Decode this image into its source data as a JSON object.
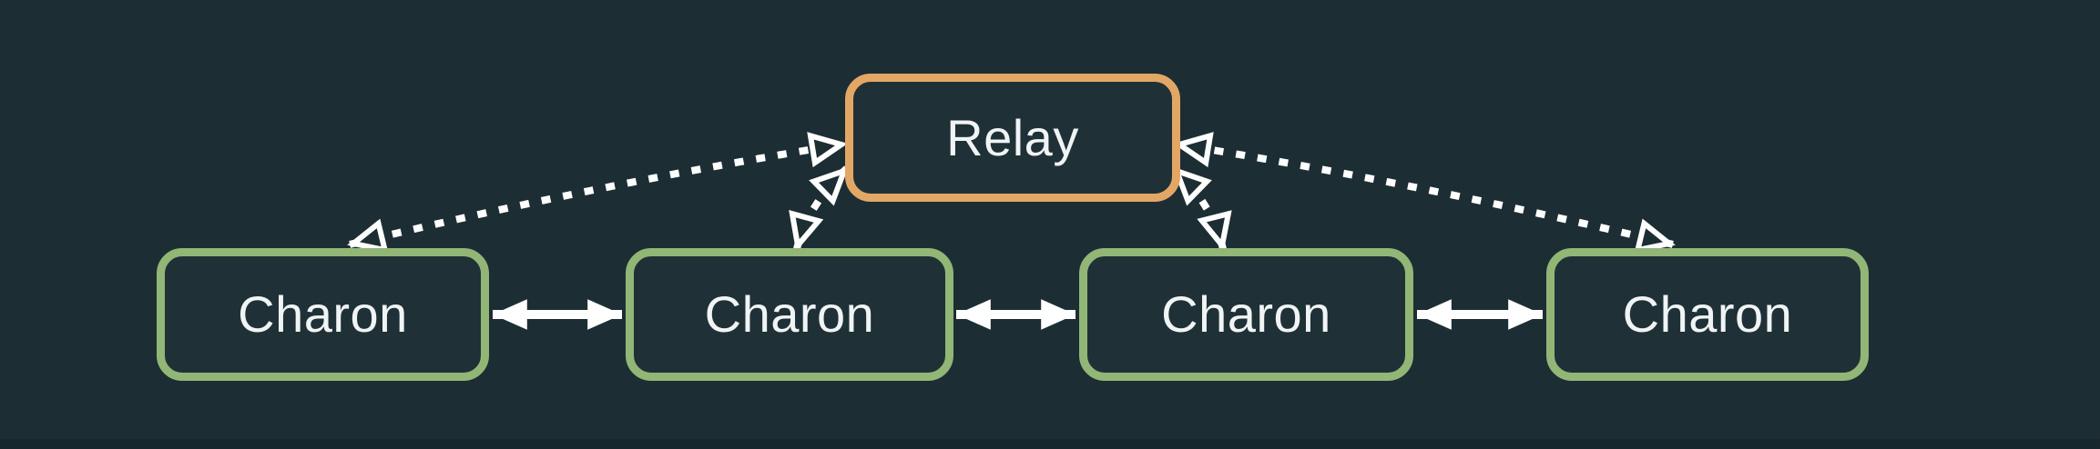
{
  "canvas": {
    "background_color": "#1c2e34",
    "bottom_strip_color": "#18272d"
  },
  "nodes": {
    "relay": {
      "label": "Relay",
      "border_color": "#e3a765"
    },
    "charons": [
      {
        "label": "Charon"
      },
      {
        "label": "Charon"
      },
      {
        "label": "Charon"
      },
      {
        "label": "Charon"
      }
    ],
    "charon_border_color": "#92b676",
    "fill_color": "#1f3137",
    "text_color": "#f0f4f4"
  },
  "connectors": {
    "color": "#ffffff",
    "relay_link_style": "dotted, open arrowheads both ends",
    "peer_link_style": "solid, filled arrowheads both ends",
    "relay_link_count": 4,
    "peer_link_count": 3
  }
}
